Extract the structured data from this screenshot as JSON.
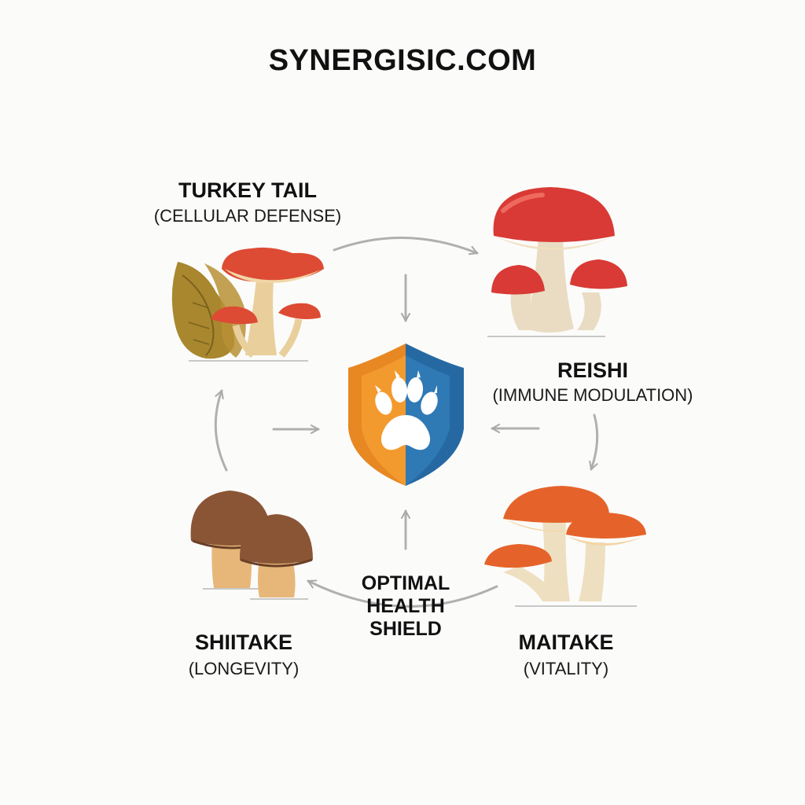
{
  "site_title": "SYNERGISIC.COM",
  "center": {
    "label_lines": [
      "OPTIMAL",
      "HEALTH",
      "SHIELD"
    ],
    "icon": "shield-paw-icon"
  },
  "mushrooms": [
    {
      "id": "turkey-tail",
      "name": "TURKEY TAIL",
      "benefit": "(CELLULAR DEFENSE)",
      "icon": "turkey-tail-mushroom-icon"
    },
    {
      "id": "reishi",
      "name": "REISHI",
      "benefit": "(IMMUNE MODULATION)",
      "icon": "reishi-mushroom-icon"
    },
    {
      "id": "maitake",
      "name": "MAITAKE",
      "benefit": "(VITALITY)",
      "icon": "maitake-mushroom-icon"
    },
    {
      "id": "shiitake",
      "name": "SHIITAKE",
      "benefit": "(LONGEVITY)",
      "icon": "shiitake-mushroom-icon"
    }
  ],
  "colors": {
    "shield_orange": "#f39a2e",
    "shield_blue": "#2f79b5",
    "arrow_gray": "#a9a9a9",
    "reishi_red": "#d93a35",
    "maitake_orange": "#e5632a",
    "shiitake_brown": "#8a5535"
  }
}
